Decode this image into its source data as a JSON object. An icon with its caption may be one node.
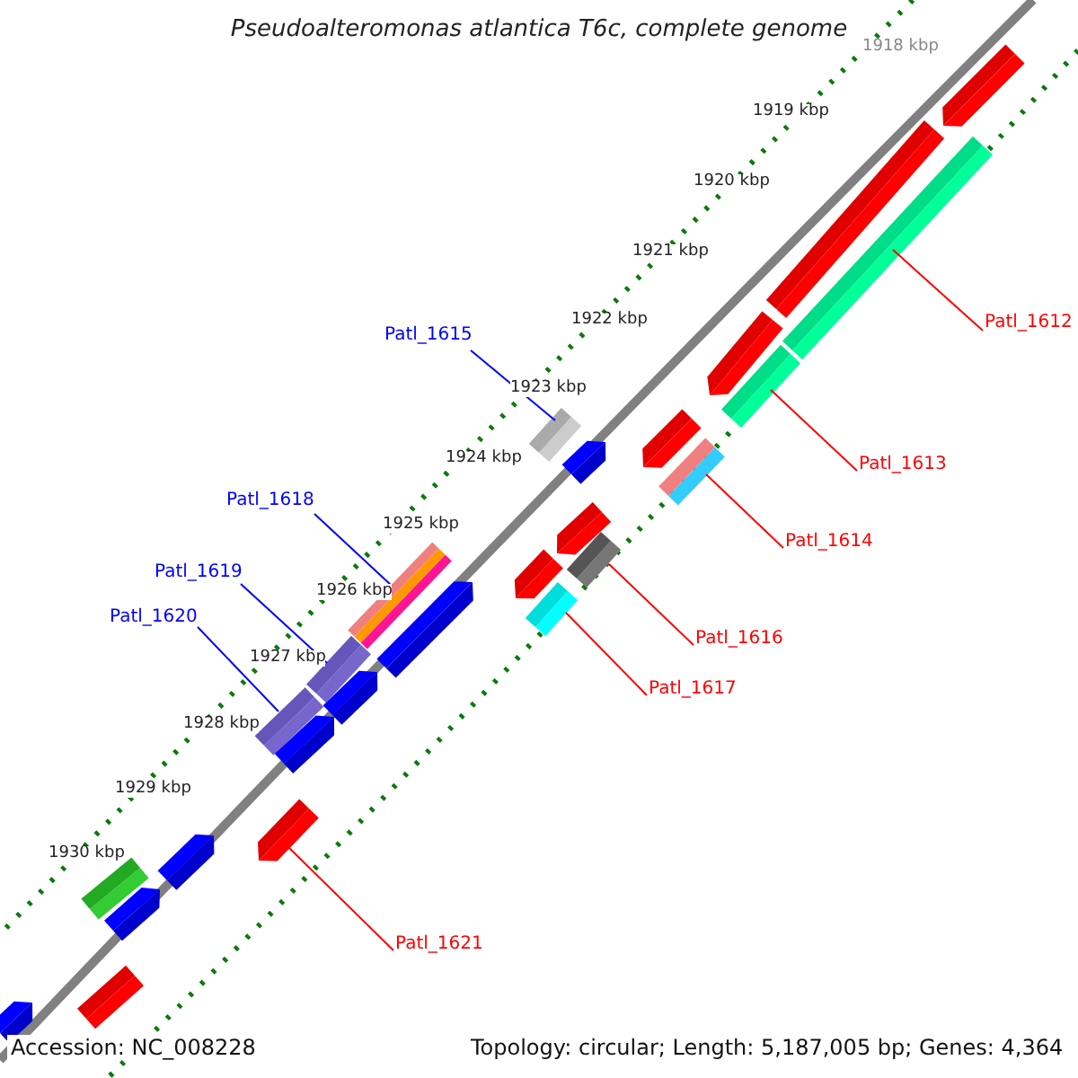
{
  "diagram": {
    "title": "Pseudoalteromonas atlantica T6c, complete genome",
    "nodes": [
      {
        "text": [
          "Patl_1612"
        ]
      },
      {
        "text": [],
        "shape": "bar"
      },
      {
        "text": [
          "Patl_1613"
        ]
      },
      {
        "text": [],
        "shape": "bar"
      },
      {
        "text": [
          "Patl_1614"
        ]
      },
      {
        "text": [],
        "shape": "bar"
      },
      {
        "text": [
          "Patl_1615"
        ]
      },
      {
        "text": [],
        "shape": "bar"
      },
      {
        "text": [
          "Patl_1616"
        ]
      },
      {
        "text": [],
        "shape": "bar"
      },
      {
        "text": [
          "Patl_1617"
        ]
      },
      {
        "text": [],
        "shape": "bar"
      },
      {
        "text": [
          "Patl_1618"
        ]
      },
      {
        "text": [],
        "shape": "bar"
      },
      {
        "text": [
          "Patl_1619"
        ]
      },
      {
        "text": [],
        "shape": "bar"
      },
      {
        "text": [
          "Patl_1620"
        ]
      },
      {
        "text": [],
        "shape": "bar"
      },
      {
        "text": [
          "Patl_1621"
        ]
      },
      {
        "text": [],
        "shape": "bar"
      },
      {
        "text": [],
        "shape": "bar"
      },
      {
        "text": [],
        "shape": "bar"
      },
      {
        "text": [],
        "shape": "bar"
      },
      {
        "text": [],
        "shape": "bar"
      },
      {
        "text": [],
        "shape": "bar"
      },
      {
        "text": [],
        "shape": "bar"
      },
      {
        "text": [],
        "shape": "bar"
      },
      {
        "text": [],
        "shape": "bar"
      },
      {
        "text": [],
        "shape": "bar"
      },
      {
        "text": [],
        "shape": "bar"
      },
      {
        "text": [],
        "shape": "bar"
      },
      {
        "text": [],
        "shape": "bar"
      },
      {
        "text": [],
        "shape": "bar"
      },
      {
        "text": [],
        "shape": "bar"
      },
      {
        "text": [],
        "shape": "bar"
      }
    ],
    "edges": [
      {
        "from": 0,
        "to": 1,
        "arrow": "none"
      },
      {
        "from": 2,
        "to": 3,
        "arrow": "none"
      },
      {
        "from": 4,
        "to": 5,
        "arrow": "none"
      },
      {
        "from": 6,
        "to": 7,
        "arrow": "none",
        "color": "#0000ff"
      },
      {
        "from": 8,
        "to": 9,
        "arrow": "none"
      },
      {
        "from": 10,
        "to": 11,
        "arrow": "none"
      },
      {
        "from": 12,
        "to": 13,
        "arrow": "none",
        "color": "#0000ff"
      },
      {
        "from": 14,
        "to": 15,
        "arrow": "none",
        "color": "#0000ff"
      },
      {
        "from": 16,
        "to": 17,
        "arrow": "none",
        "color": "#0000ff"
      },
      {
        "from": 18,
        "to": 19,
        "arrow": "none"
      }
    ],
    "labels": [
      "1918 kbp",
      "1919 kbp",
      "1920 kbp",
      "1921 kbp",
      "1922 kbp",
      "1923 kbp",
      "1924 kbp",
      "1925 kbp",
      "1926 kbp",
      "1927 kbp",
      "1928 kbp",
      "1929 kbp",
      "1930 kbp",
      "Accession: NC_008228",
      "Topology: circular; Length: 5,187,005 bp; Genes: 4,364"
    ]
  }
}
